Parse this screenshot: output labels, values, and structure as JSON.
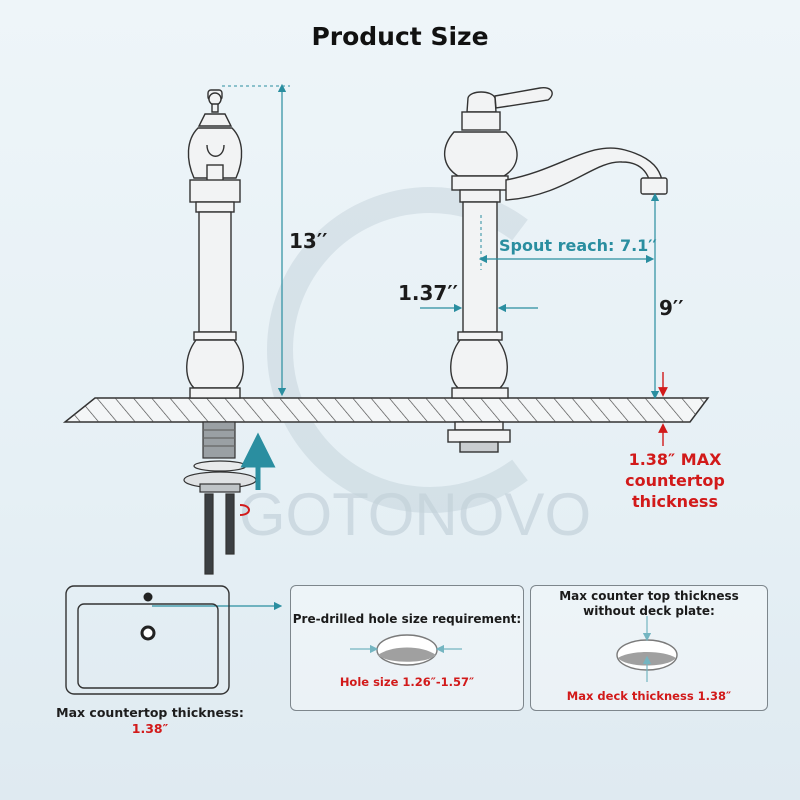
{
  "title": "Product Size",
  "watermark": "GOTONOVO",
  "dimensions": {
    "height": "13′′",
    "spout_reach": "Spout reach: 7.1′′",
    "base_width": "1.37′′",
    "spout_height": "9′′",
    "counter_max_line1": "1.38″ MAX",
    "counter_max_line2": "countertop thickness"
  },
  "panels": {
    "sink_caption_line1": "Max countertop thickness:",
    "sink_caption_line2": "1.38″",
    "hole_title": "Pre-drilled hole size requirement:",
    "hole_note": "Hole size 1.26″-1.57″",
    "deck_title_line1": "Max counter top thickness",
    "deck_title_line2": "without deck plate:",
    "deck_note": "Max deck thickness 1.38″"
  },
  "colors": {
    "teal": "#2a8ea0",
    "red": "#d21a1a",
    "text": "#1b1b1b"
  }
}
